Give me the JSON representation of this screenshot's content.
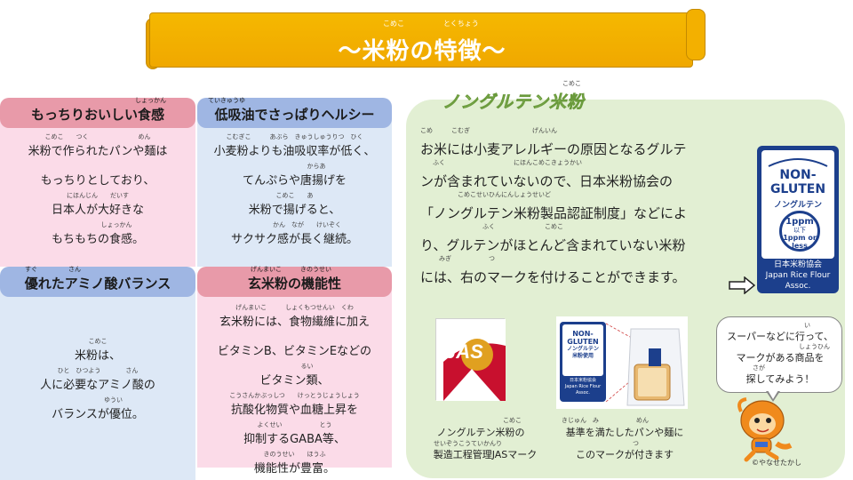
{
  "title": {
    "text": "～米粉の特徴～",
    "ruby_komeko": "こめこ",
    "ruby_tokucho": "とくちょう"
  },
  "panels": [
    {
      "heading": "もっちりおいしい食感",
      "heading_ruby": "しょっかん",
      "lines": [
        {
          "ruby": "こめこ　　つく　　　　　　　　めん",
          "text": "米粉で作られたパンや麺は"
        },
        {
          "ruby": "",
          "text": "もっちりとしており、"
        },
        {
          "ruby": "にほんじん　　だいす",
          "text": "日本人が大好きな"
        },
        {
          "ruby": "　　　　　　しょっかん",
          "text": "もちもちの食感。"
        }
      ]
    },
    {
      "heading": "低吸油でさっぱりヘルシー",
      "heading_ruby": "ていきゅうゆ",
      "lines": [
        {
          "ruby": "こむぎこ　　　あぶら　きゅうしゅうりつ　ひく",
          "text": "小麦粉よりも油吸収率が低く、"
        },
        {
          "ruby": "　　　　　　　からあ",
          "text": "てんぷらや唐揚げを"
        },
        {
          "ruby": "こめこ　　あ",
          "text": "米粉で揚げると、"
        },
        {
          "ruby": "　　　　かん　なが　　けいぞく",
          "text": "サクサク感が長く継続。"
        }
      ]
    },
    {
      "heading": "優れたアミノ酸バランス",
      "heading_ruby": "すぐ　　　　　さん",
      "lines": [
        {
          "ruby": "こめこ",
          "text": "米粉は、"
        },
        {
          "ruby": "ひと　ひつよう　　　　さん",
          "text": "人に必要なアミノ酸の"
        },
        {
          "ruby": "　　　　　ゆうい",
          "text": "バランスが優位。"
        }
      ]
    },
    {
      "heading": "玄米粉の機能性",
      "heading_ruby": "げんまいこ　　　きのうせい",
      "lines": [
        {
          "ruby": "げんまいこ　　　しょくもつせんい　くわ",
          "text": "玄米粉には、食物繊維に加え"
        },
        {
          "ruby": "",
          "text": "ビタミンB、ビタミンEなどの"
        },
        {
          "ruby": "　　　　るい",
          "text": "ビタミン類、"
        },
        {
          "ruby": "こうさんかぶっしつ　　けっとうじょうしょう",
          "text": "抗酸化物質や血糖上昇を"
        },
        {
          "ruby": "よくせい　　　　　　とう",
          "text": "抑制するGABA等、"
        },
        {
          "ruby": "きのうせい　　ほうふ",
          "text": "機能性が豊富。"
        }
      ]
    }
  ],
  "nongluten": {
    "title": "ノングルテン米粉",
    "title_ruby": "こめこ",
    "desc_lines": [
      {
        "ruby": "こめ　　　こむぎ　　　　　　　　　　げんいん",
        "text": "お米には小麦アレルギーの原因となるグルテ"
      },
      {
        "ruby": "　　ふく　　　　　　　　　　　にほんこめこきょうかい",
        "text": "ンが含まれていないので、日本米粉協会の"
      },
      {
        "ruby": "　　　　　　こめこせいひんにんしょうせいど",
        "text": "「ノングルテン米粉製品認証制度」などによ"
      },
      {
        "ruby": "　　　　　　　　　　ふく　　　　　　　　こめこ",
        "text": "り、グルテンがほとんど含まれていない米粉"
      },
      {
        "ruby": "　　　みぎ　　　　　　つ",
        "text": "には、右のマークを付けることができます。"
      }
    ]
  },
  "badge": {
    "line1": "NON-",
    "line2": "GLUTEN",
    "line3": "ノングルテン",
    "circle1": "1ppm",
    "circle2": "以下",
    "circle3": "1ppm or",
    "circle4": "less",
    "org_jp": "日本米粉協会",
    "org_en1": "Japan Rice Flour",
    "org_en2": "Assoc."
  },
  "mini_badge": {
    "line1": "NON-",
    "line2": "GLUTEN",
    "line3": "ノングルテン",
    "line4": "米粉使用",
    "org_jp": "日本米粉協会",
    "org_en1": "Japan Rice Flour",
    "org_en2": "Assoc."
  },
  "jas": {
    "mark": "JAS",
    "cap1": "ノングルテン米粉の",
    "cap1_ruby": "こめこ",
    "cap2": "製造工程管理JASマーク",
    "cap2_ruby": "せいぞうこうていかんり"
  },
  "bread": {
    "cap1": "基準を満たしたパンや麺に",
    "cap1_ruby": "きじゅん　み　　　　　　めん",
    "cap2": "このマークが付きます",
    "cap2_ruby": "つ"
  },
  "bubble": {
    "line1": "スーパーなどに行って、",
    "line1_ruby": "い",
    "line2": "マークがある商品を",
    "line2_ruby": "しょうひん",
    "line3": "探してみよう！",
    "line3_ruby": "さが"
  },
  "copyright": "©やなせたかし",
  "colors": {
    "banner": "#f0a800",
    "pink_head": "#e89aa9",
    "pink_body": "#fbdbe8",
    "blue_head": "#9fb6e3",
    "blue_body": "#dde8f6",
    "green_panel": "#e2efd3",
    "badge_blue": "#1c3f8c",
    "jas_red": "#c8102e"
  }
}
